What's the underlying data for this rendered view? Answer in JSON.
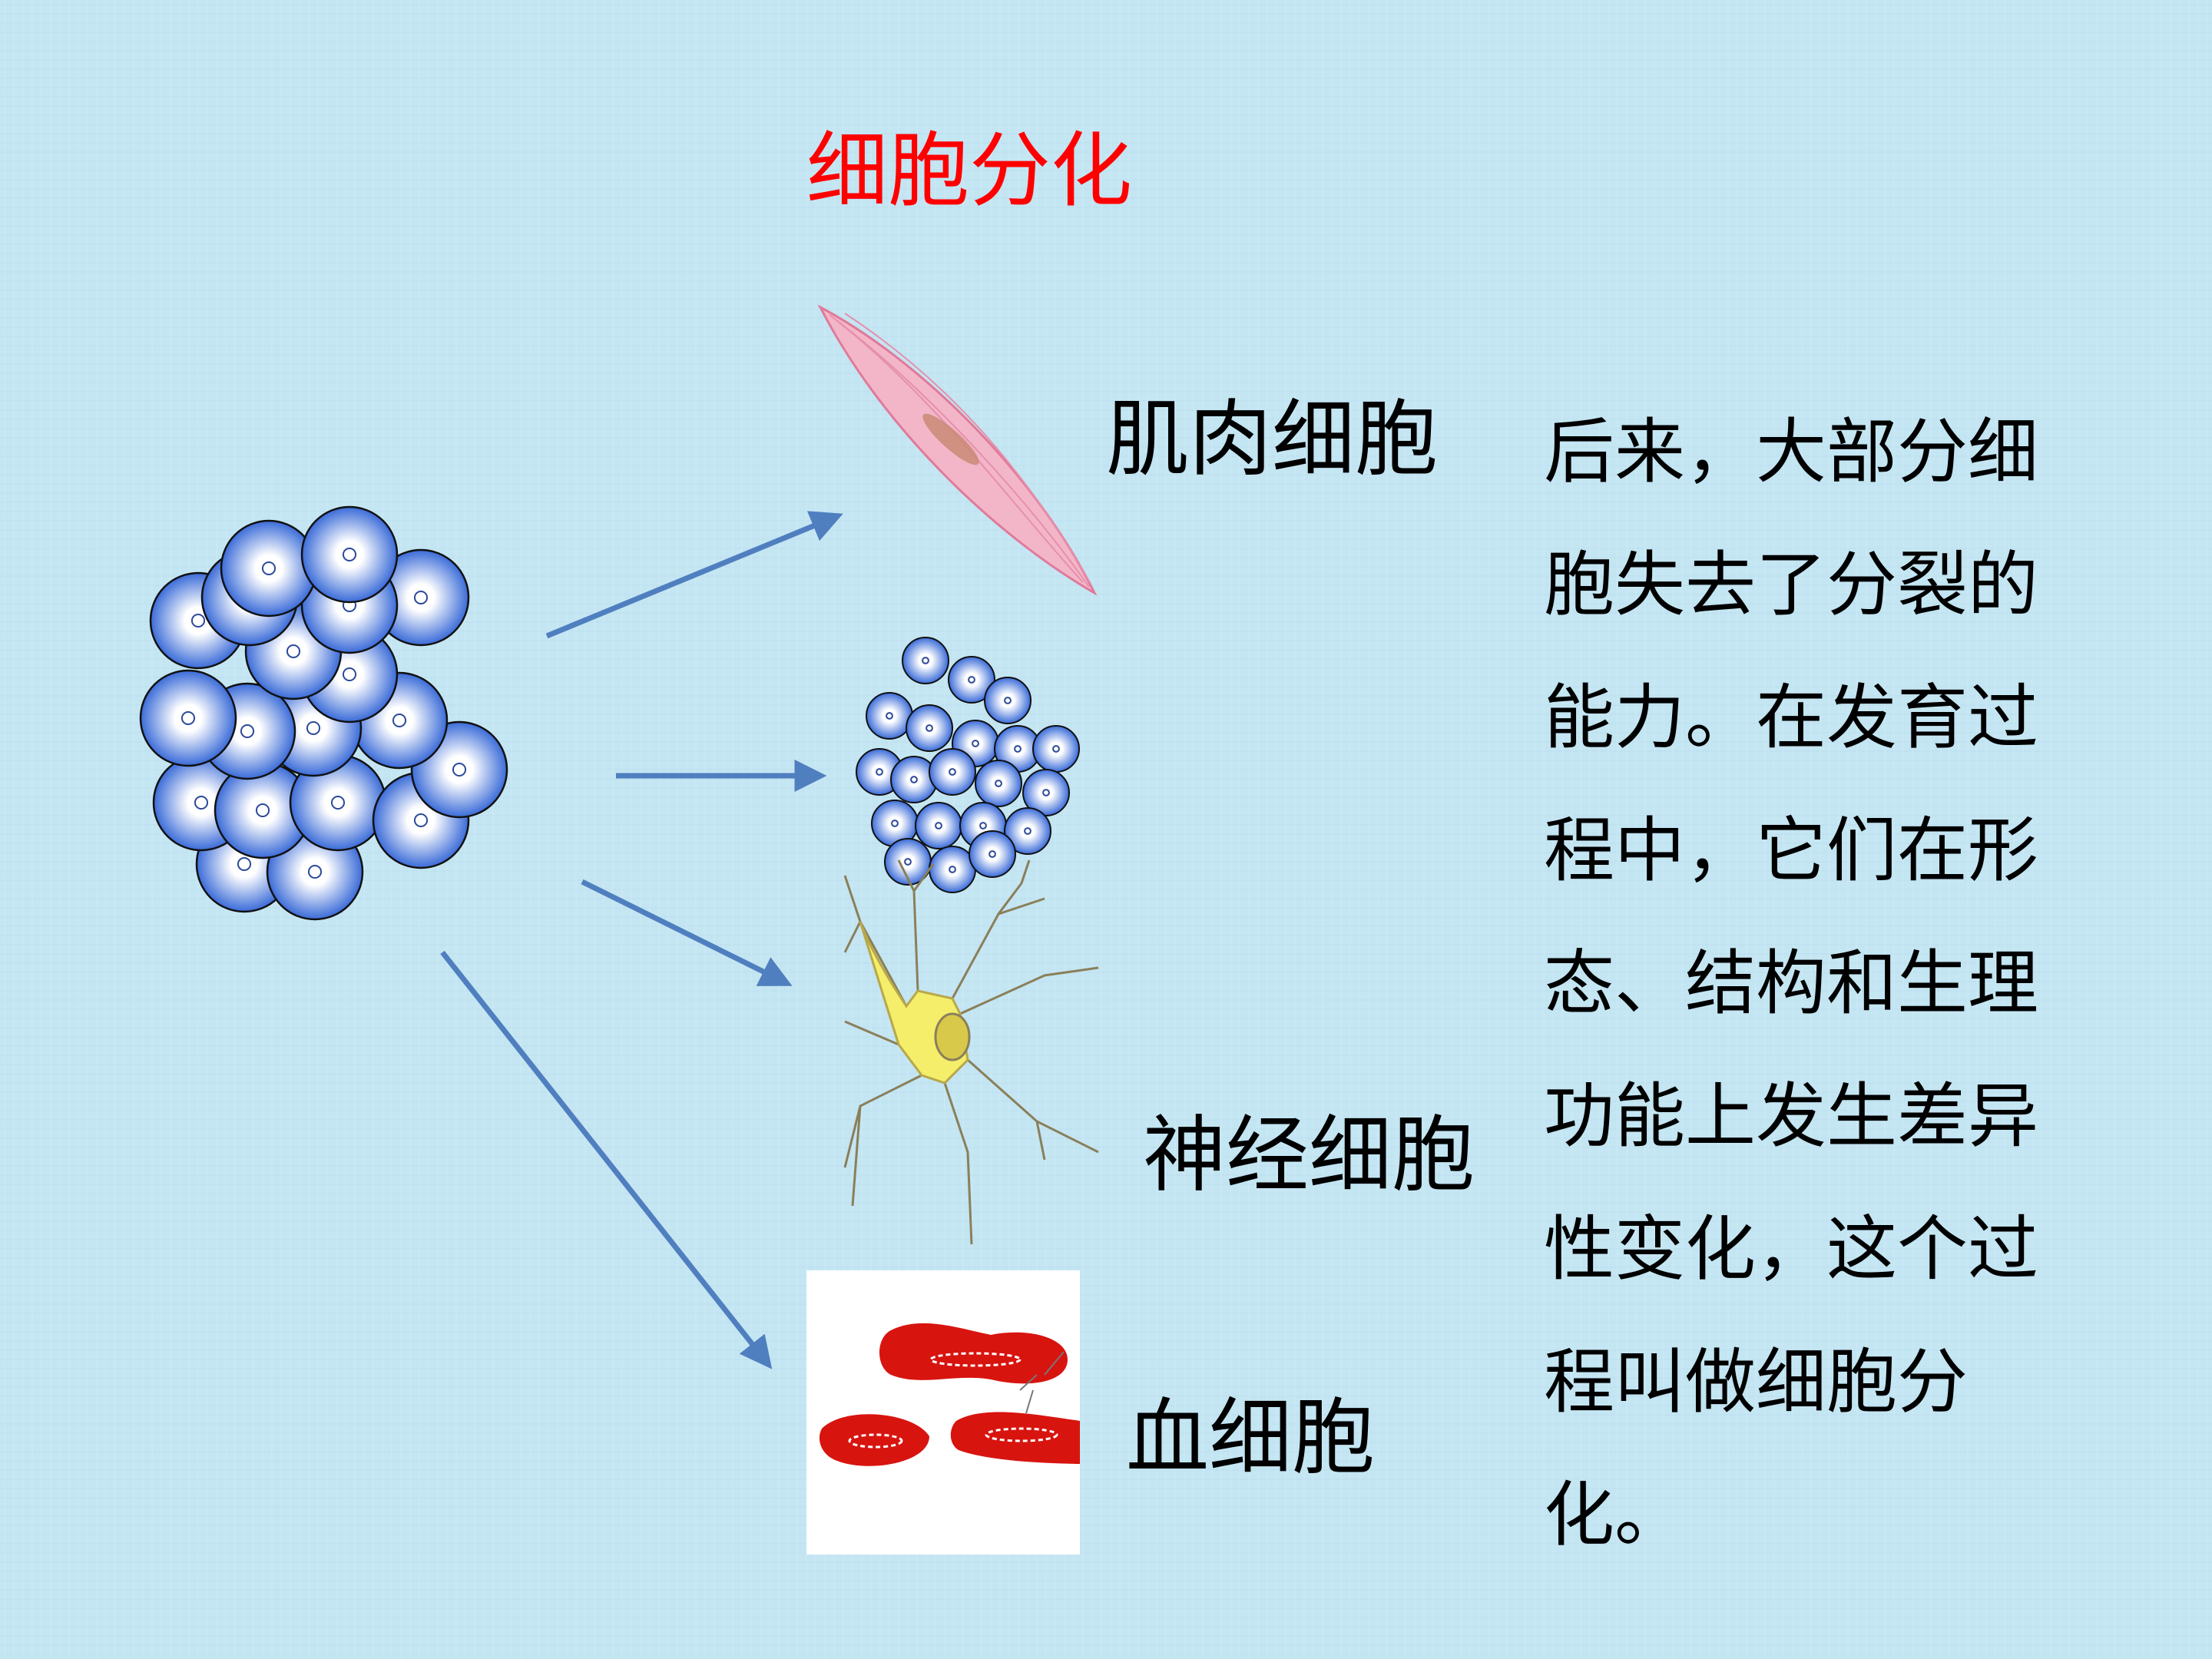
{
  "title": "细胞分化",
  "labels": {
    "muscle": "肌肉细胞",
    "nerve": "神经细胞",
    "blood": "血细胞"
  },
  "description": "后来，大部分细胞失去了分裂的能力。在发育过程中，它们在形态、结构和生理功能上发生差异性变化，这个过程叫做细胞分化。",
  "colors": {
    "background": "#c4e5f2",
    "title": "#ff0000",
    "arrow": "#4f7fbf",
    "cell_fill": "#3a6bd8",
    "muscle": "#f3b6c8",
    "neuron": "#f4ee6a",
    "blood": "#d8140f"
  }
}
